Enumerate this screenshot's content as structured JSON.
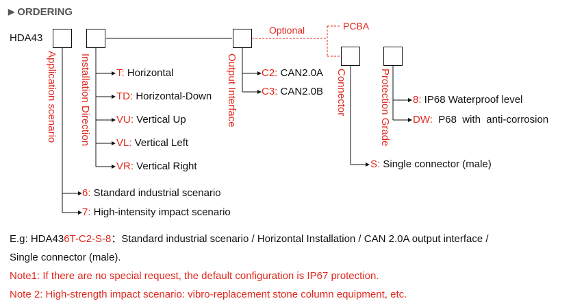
{
  "header": {
    "icon": "play-triangle-icon",
    "title": "ORDERING"
  },
  "model": "HDA43",
  "optional_label": "Optional",
  "pcba_label": "PCBA",
  "categories": {
    "application": "Application scenario",
    "installation": "Installation Direction",
    "output": "Output Interface",
    "connector": "Connector",
    "protection": "Protection Grade"
  },
  "installation_options": [
    {
      "code": "T:",
      "desc": " Horizontal"
    },
    {
      "code": "TD:",
      "desc": " Horizontal-Down"
    },
    {
      "code": "VU:",
      "desc": " Vertical Up"
    },
    {
      "code": "VL:",
      "desc": " Vertical Left"
    },
    {
      "code": "VR:",
      "desc": " Vertical Right"
    }
  ],
  "output_options": [
    {
      "code": "C2:",
      "desc": " CAN2.0A"
    },
    {
      "code": "C3:",
      "desc": " CAN2.0B"
    }
  ],
  "protection_options": [
    {
      "code": "8:",
      "desc": " IP68 Waterproof level"
    },
    {
      "code": "DW:",
      "desc": "  P68  with  anti-corrosion"
    }
  ],
  "connector_options": [
    {
      "code": "S:",
      "desc": " Single connector (male)"
    }
  ],
  "application_options": [
    {
      "code": "6:",
      "desc": " Standard industrial scenario"
    },
    {
      "code": "7:",
      "desc": " High-intensity impact scenario"
    }
  ],
  "example": {
    "prefix": "E.g: HDA43",
    "code": "6T-C2-S-8",
    "text": "：Standard industrial scenario / Horizontal Installation / CAN 2.0A output interface /",
    "line2": "Single connector (male)."
  },
  "notes": [
    "Note1: If there are no special request, the default configuration is IP67 protection.",
    "Note 2: High-strength impact scenario: vibro-replacement stone column equipment, etc."
  ],
  "colors": {
    "accent_red": "#e0281e",
    "header_gray": "#555555"
  }
}
